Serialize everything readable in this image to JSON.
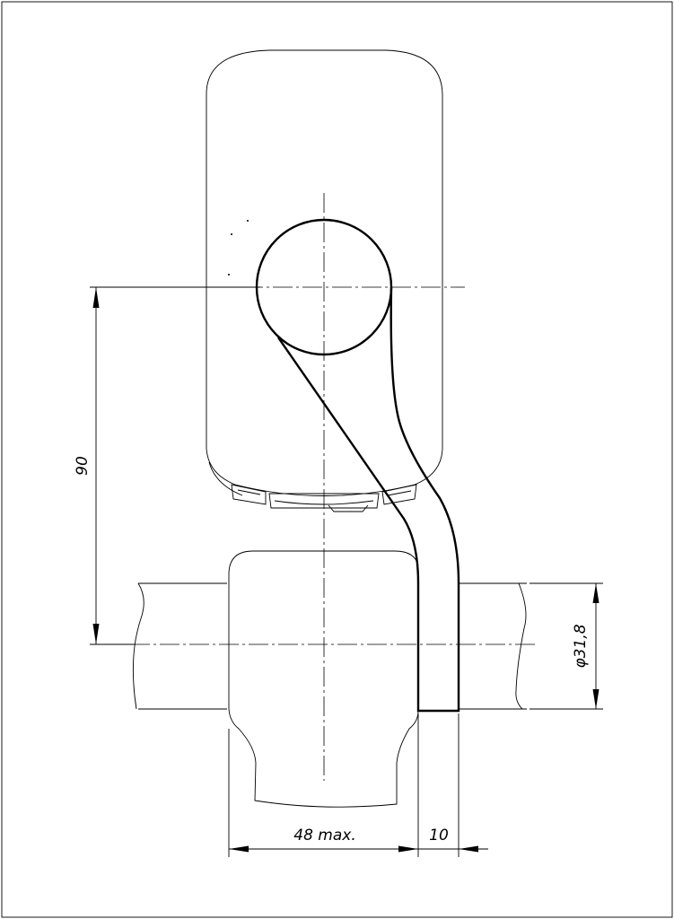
{
  "drawing": {
    "dimensions": {
      "height": "90",
      "diameter": "φ31,8",
      "width_max": "48 max.",
      "offset": "10"
    }
  }
}
